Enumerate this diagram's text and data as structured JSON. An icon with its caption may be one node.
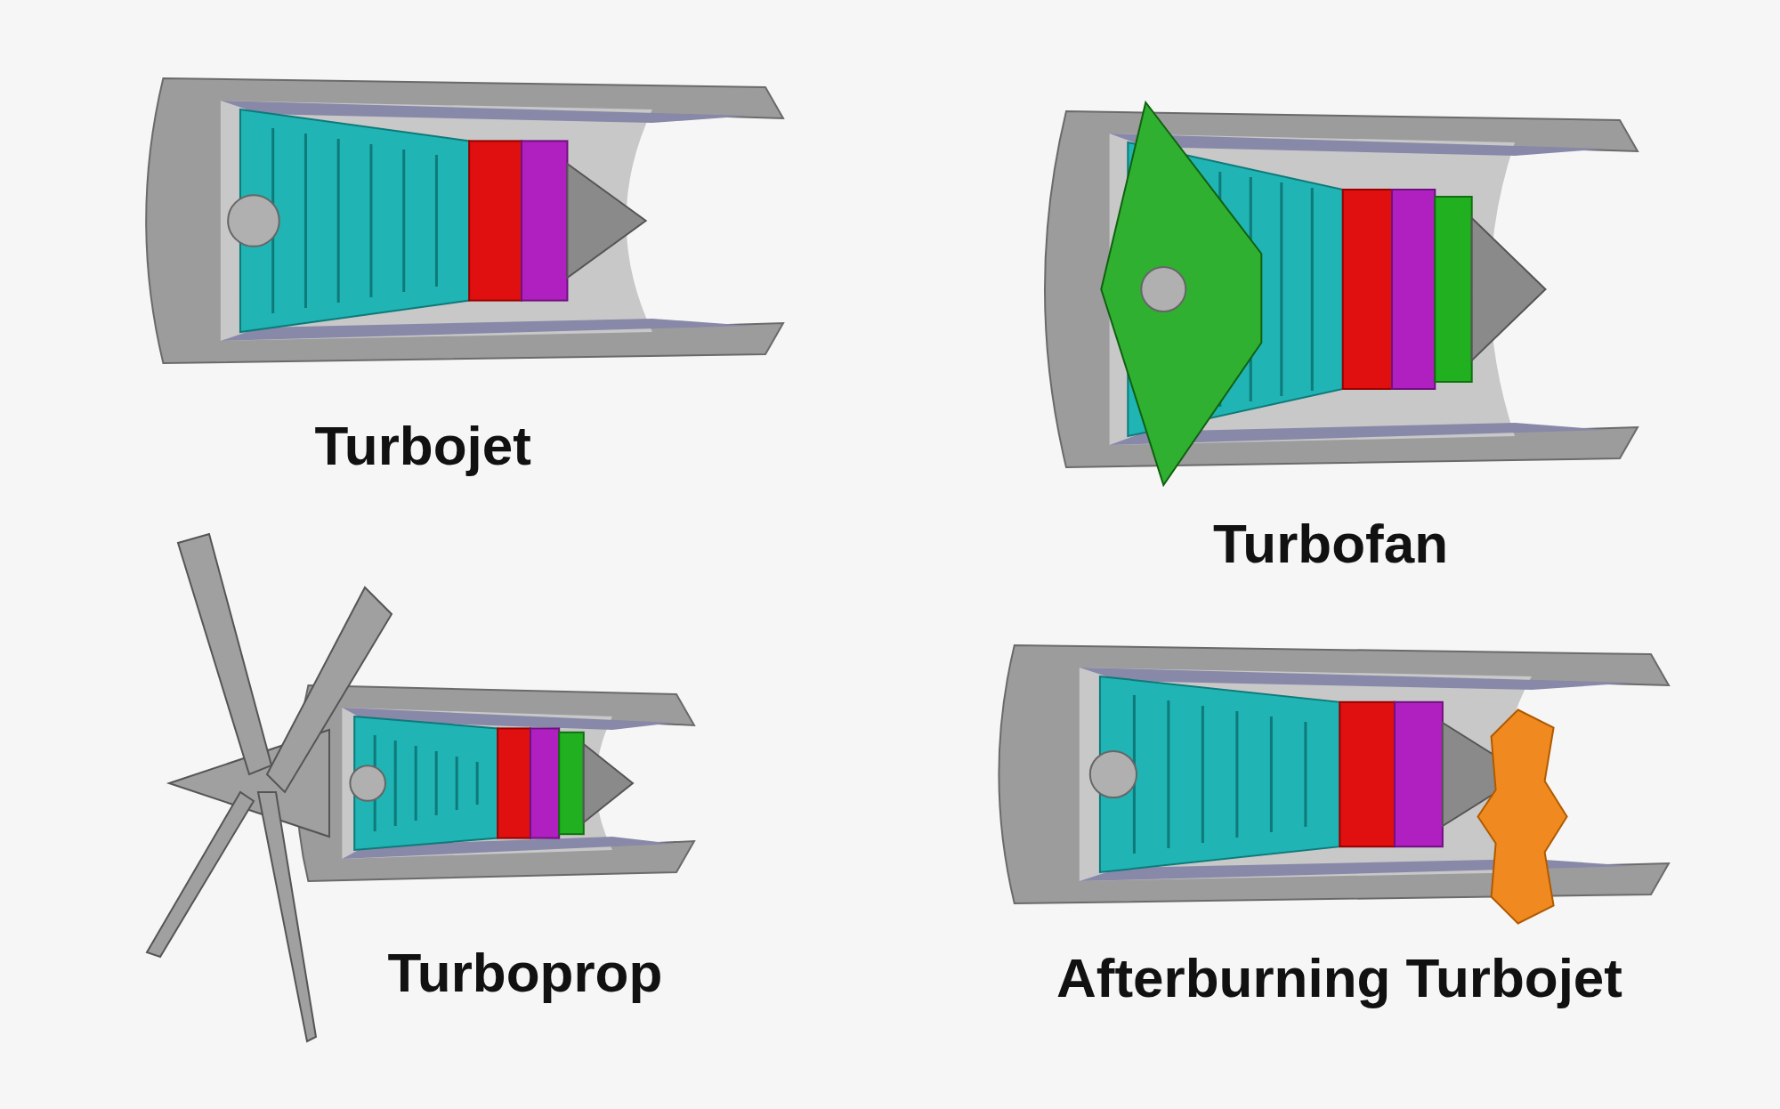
{
  "diagram": {
    "labels": [
      "Turbojet",
      "Turbofan",
      "Turboprop",
      "Afterburning Turbojet"
    ]
  }
}
